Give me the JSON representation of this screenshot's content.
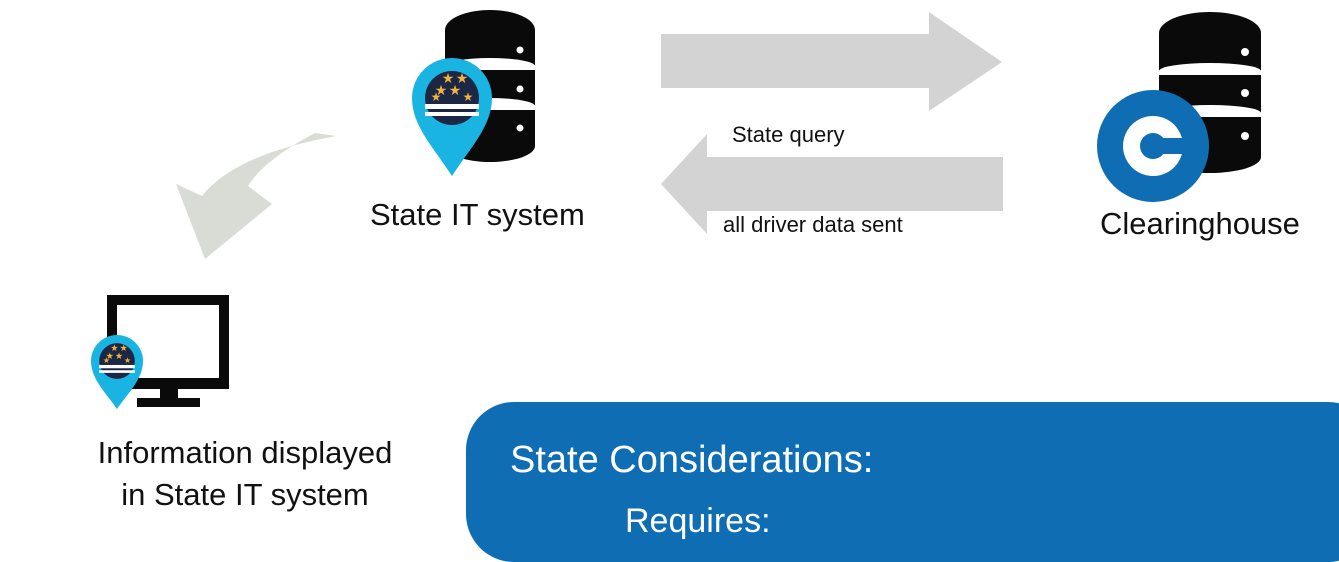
{
  "nodes": {
    "state_system": "State IT system",
    "clearinghouse": "Clearinghouse",
    "display": "Information displayed in State IT system"
  },
  "arrows": {
    "query": "State query",
    "response": "all driver data sent"
  },
  "considerations": {
    "title": "State Considerations:",
    "first_item": "Requires:"
  },
  "colors": {
    "arrow_gray": "#d3d3d3",
    "curved_arrow_gray": "#d9dcd5",
    "pin_cyan": "#1ab4e3",
    "seal_navy": "#1c2746",
    "star_gold": "#f2b33d",
    "clearinghouse_blue": "#0f6db4",
    "box_blue": "#0f6db4",
    "database_black": "#0a0a0a"
  },
  "icons": {
    "state_system": "database-icon",
    "clearinghouse": "database-icon",
    "state_pin": "location-pin-icon",
    "clearinghouse_logo": "clearinghouse-c-logo-icon",
    "display": "monitor-icon"
  }
}
